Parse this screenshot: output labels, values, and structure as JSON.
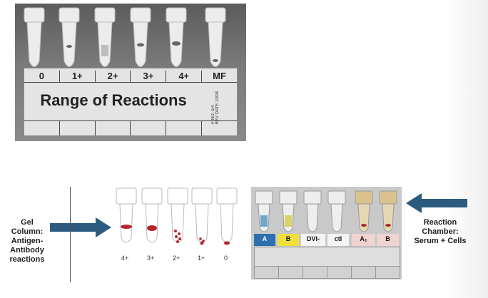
{
  "top_card": {
    "grades": [
      "0",
      "1+",
      "2+",
      "3+",
      "4+",
      "MF"
    ],
    "title": "Range of Reactions",
    "code_line1": "P-NO. 0/4",
    "code_line2": "REV DATE 10/04"
  },
  "bottom": {
    "left_label": [
      "Gel Column:",
      "Antigen-",
      "Antibody",
      "reactions"
    ],
    "right_label": [
      "Reaction",
      "Chamber:",
      "Serum + Cells"
    ],
    "tube_grades": [
      "4+",
      "3+",
      "2+",
      "1+",
      "0"
    ],
    "chamber_labels": [
      "A",
      "B",
      "DVI-",
      "ctl",
      "A₁",
      "B"
    ],
    "arrow_color": "#2b5b7f"
  }
}
